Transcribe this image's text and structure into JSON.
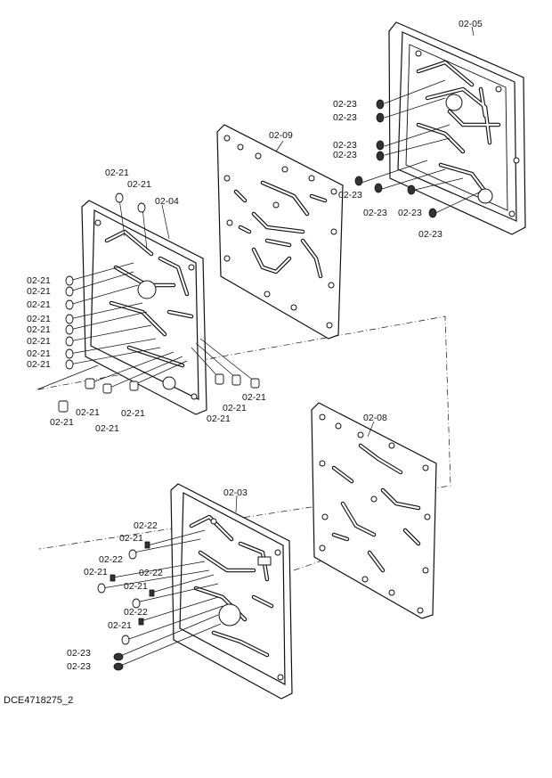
{
  "document_id": "DCE4718275_2",
  "parts": {
    "p0205": "02-05",
    "p0209": "02-09",
    "p0204": "02-04",
    "p0208": "02-08",
    "p0203": "02-03",
    "p0223": "02-23",
    "p0221": "02-21",
    "p0222": "02-22"
  }
}
